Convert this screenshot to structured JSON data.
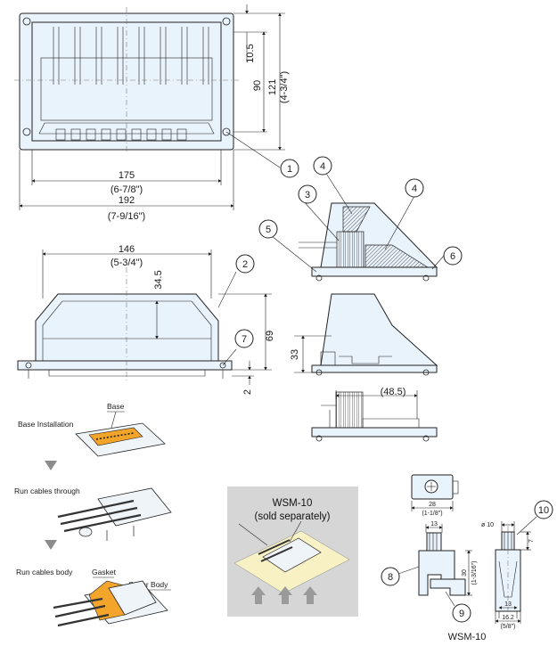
{
  "dimensions": {
    "top_height_small": "10.5",
    "top_height_mid": "90",
    "top_height_total": "121",
    "top_height_total_in": "(4-3/4\")",
    "top_width_inner": "175",
    "top_width_inner_in": "(6-7/8\")",
    "top_width_total": "192",
    "top_width_total_in": "(7-9/16\")",
    "front_width": "146",
    "front_width_in": "(5-3/4\")",
    "front_depth": "34.5",
    "front_height": "69",
    "front_gap": "2",
    "side_height": "33",
    "side_depth": "(48.5)",
    "clip_width": "28",
    "clip_width_in": "(1-1/8\")",
    "clip_side_top": "13",
    "clip_side_height": "30",
    "clip_side_height_in": "(1-3/16\")",
    "clip_front_dia": "ø 10",
    "clip_front_small": "7",
    "clip_front_bottom": "13",
    "clip_front_width": "16.2",
    "clip_front_width_in": "(5/8\")"
  },
  "callouts": [
    "1",
    "2",
    "3",
    "4",
    "4",
    "5",
    "6",
    "7",
    "8",
    "9",
    "10"
  ],
  "steps": {
    "base_installation": "Base Installation",
    "base_label": "Base",
    "run_cables_through": "Run cables through",
    "run_cables_body": "Run cables body",
    "gasket_label": "Gasket",
    "cover_body_label": "Cover Body"
  },
  "inset": {
    "title_line1": "WSM-10",
    "title_line2": "(sold separately)"
  },
  "clip_caption": "WSM-10",
  "colors": {
    "part_fill": "#e9f3fb",
    "gasket": "#f2a52a",
    "inset_bg": "#d6d6d6",
    "step_arrow": "#8c8c8c"
  }
}
